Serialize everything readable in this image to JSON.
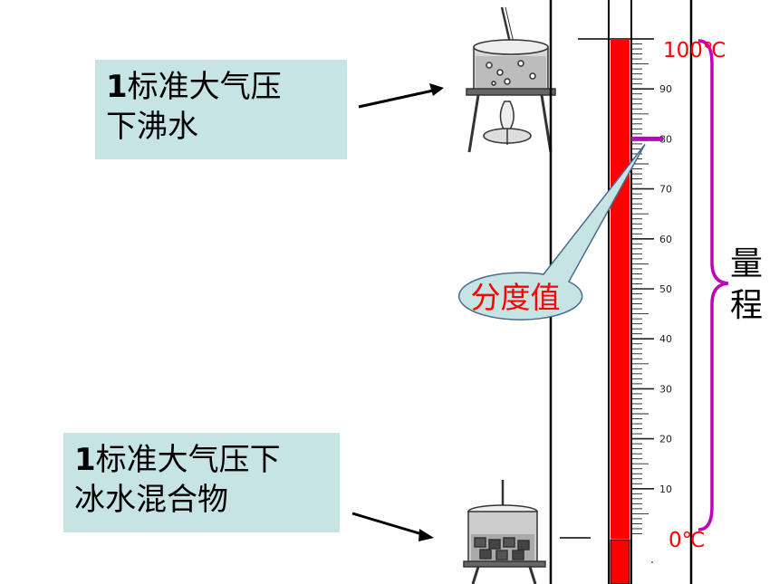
{
  "top_label": {
    "num": "1",
    "text_line1": "标准大气压",
    "text_line2": "下沸水"
  },
  "bottom_label": {
    "num": "1",
    "text_line1": "标准大气压下",
    "text_line2": "冰水混合物"
  },
  "callout": {
    "text": "分度值"
  },
  "max_label": "100℃",
  "min_label": "0℃",
  "range_label": {
    "char1": "量",
    "char2": "程"
  },
  "scale": {
    "min": 0,
    "max": 100,
    "major_step": 10,
    "minor_step": 1,
    "tick_labels": [
      "10",
      "20",
      "30",
      "40",
      "50",
      "60",
      "70",
      "80",
      "90"
    ]
  },
  "fluid_level": 100,
  "division_marker": 80,
  "colors": {
    "fluid": "#ff0000",
    "accent": "#c000c0",
    "box_bg": "#c7e4e4",
    "label_red": "#ff0000"
  }
}
